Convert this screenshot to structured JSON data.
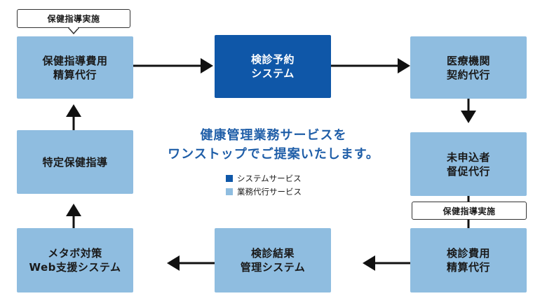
{
  "boxes": {
    "hokenshido_hiyo": {
      "line1": "保健指導費用",
      "line2": "精算代行"
    },
    "kenshin_yoyaku": {
      "line1": "検診予約",
      "line2": "システム"
    },
    "iryokikan": {
      "line1": "医療機関",
      "line2": "契約代行"
    },
    "mishinkomi": {
      "line1": "未申込者",
      "line2": "督促代行"
    },
    "kenshin_hiyo": {
      "line1": "検診費用",
      "line2": "精算代行"
    },
    "kenshin_kekka": {
      "line1": "検診結果",
      "line2": "管理システム"
    },
    "metabo": {
      "line1": "メタボ対策",
      "line2": "Web支援システム"
    },
    "tokutei": {
      "line1": "特定保健指導"
    }
  },
  "callouts": {
    "top_left": "保健指導実施",
    "right": "保健指導実施"
  },
  "tagline": {
    "line1": "健康管理業務サービスを",
    "line2": "ワンストップでご提案いたします。"
  },
  "legend": {
    "system": {
      "label": "システムサービス",
      "color": "#0f57a8"
    },
    "agency": {
      "label": "業務代行サービス",
      "color": "#8fbde0"
    }
  },
  "colors": {
    "light_box": "#8fbde0",
    "dark_box": "#0f57a8",
    "tagline": "#1f5ea8",
    "arrow": "#111111"
  }
}
